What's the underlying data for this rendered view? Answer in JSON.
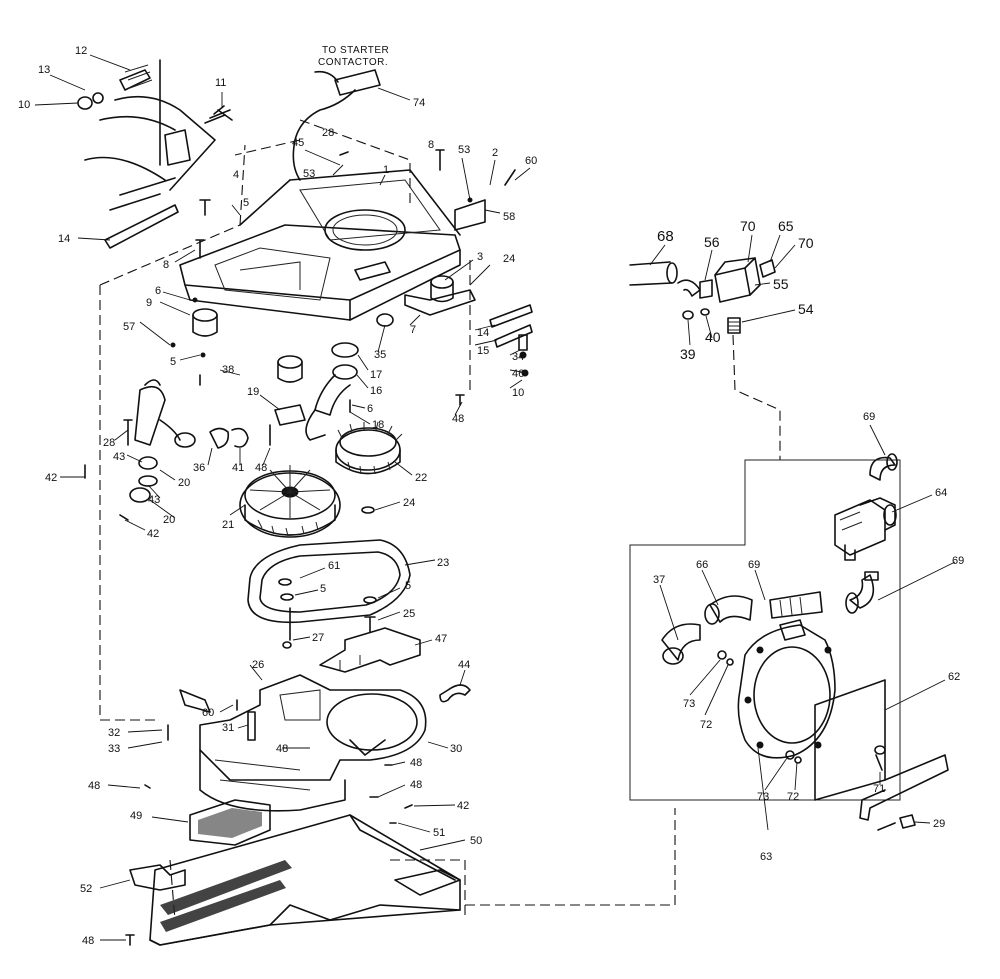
{
  "note": {
    "line1": "TO STARTER",
    "line2": "CONTACTOR."
  },
  "callouts": [
    "12",
    "13",
    "10",
    "11",
    "74",
    "45",
    "28",
    "53",
    "8",
    "53",
    "2",
    "60",
    "4",
    "5",
    "1",
    "58",
    "14",
    "8",
    "6",
    "9",
    "57",
    "5",
    "38",
    "3",
    "24",
    "7",
    "14",
    "15",
    "34",
    "46",
    "10",
    "35",
    "17",
    "16",
    "19",
    "6",
    "18",
    "48",
    "28",
    "43",
    "20",
    "43",
    "20",
    "36",
    "41",
    "48",
    "22",
    "42",
    "42",
    "21",
    "24",
    "23",
    "61",
    "5",
    "5",
    "25",
    "27",
    "47",
    "44",
    "26",
    "60",
    "31",
    "32",
    "33",
    "48",
    "30",
    "48",
    "48",
    "48",
    "49",
    "42",
    "51",
    "50",
    "52",
    "48",
    "68",
    "56",
    "70",
    "65",
    "70",
    "55",
    "54",
    "39",
    "40",
    "69",
    "64",
    "69",
    "37",
    "66",
    "69",
    "73",
    "72",
    "62",
    "73",
    "72",
    "71",
    "63",
    "29"
  ]
}
